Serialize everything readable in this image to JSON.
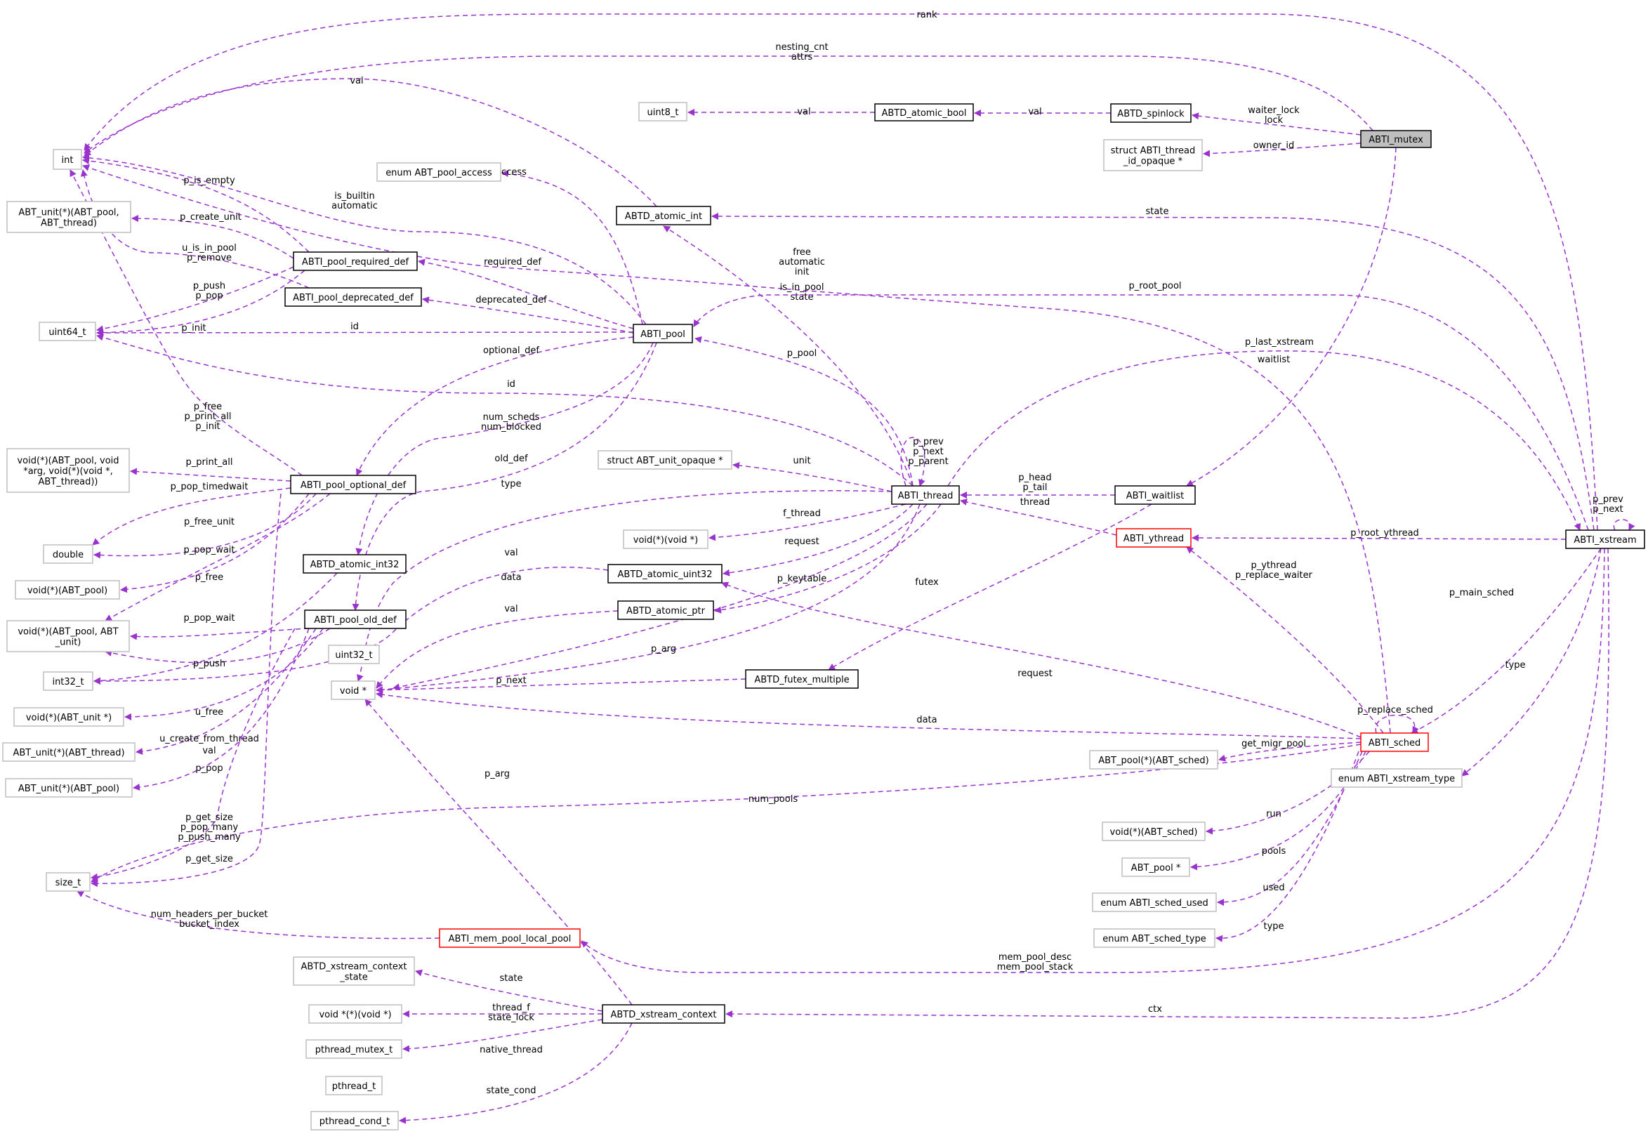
{
  "colors": {
    "edge": "#9a32cd",
    "node_plain_border": "#bfbfbf",
    "node_struct_border": "#000000",
    "node_incomplete_border": "#ff0000",
    "node_focus_fill": "#bfbfbf",
    "text": "#000000",
    "background": "#ffffff"
  },
  "nodes": [
    {
      "id": "int",
      "lines": [
        "int"
      ],
      "style": "plain"
    },
    {
      "id": "uint8_t",
      "lines": [
        "uint8_t"
      ],
      "style": "plain"
    },
    {
      "id": "enum_abt_pool_access",
      "lines": [
        "enum ABT_pool_access"
      ],
      "style": "plain"
    },
    {
      "id": "abt_unit_create",
      "lines": [
        "ABT_unit(*)(ABT_pool,",
        "ABT_thread)"
      ],
      "style": "plain"
    },
    {
      "id": "uint64_t",
      "lines": [
        "uint64_t"
      ],
      "style": "plain"
    },
    {
      "id": "void_print_all",
      "lines": [
        "void(*)(ABT_pool, void",
        "*arg, void(*)(void *,",
        "ABT_thread))"
      ],
      "style": "plain"
    },
    {
      "id": "double",
      "lines": [
        "double"
      ],
      "style": "plain"
    },
    {
      "id": "void_abt_pool",
      "lines": [
        "void(*)(ABT_pool)"
      ],
      "style": "plain"
    },
    {
      "id": "void_abt_pool_unit",
      "lines": [
        "void(*)(ABT_pool, ABT",
        "_unit)"
      ],
      "style": "plain"
    },
    {
      "id": "int32_t",
      "lines": [
        "int32_t"
      ],
      "style": "plain"
    },
    {
      "id": "void_abt_unit_ptr",
      "lines": [
        "void(*)(ABT_unit *)"
      ],
      "style": "plain"
    },
    {
      "id": "abt_unit_thread",
      "lines": [
        "ABT_unit(*)(ABT_thread)"
      ],
      "style": "plain"
    },
    {
      "id": "abt_unit_pool",
      "lines": [
        "ABT_unit(*)(ABT_pool)"
      ],
      "style": "plain"
    },
    {
      "id": "size_t",
      "lines": [
        "size_t"
      ],
      "style": "plain"
    },
    {
      "id": "abti_pool_required_def",
      "lines": [
        "ABTI_pool_required_def"
      ],
      "style": "struct"
    },
    {
      "id": "abti_pool_deprecated_def",
      "lines": [
        "ABTI_pool_deprecated_def"
      ],
      "style": "struct"
    },
    {
      "id": "abti_pool_optional_def",
      "lines": [
        "ABTI_pool_optional_def"
      ],
      "style": "struct"
    },
    {
      "id": "abtd_atomic_int32",
      "lines": [
        "ABTD_atomic_int32"
      ],
      "style": "struct"
    },
    {
      "id": "abti_pool_old_def",
      "lines": [
        "ABTI_pool_old_def"
      ],
      "style": "struct"
    },
    {
      "id": "uint32_t",
      "lines": [
        "uint32_t"
      ],
      "style": "plain"
    },
    {
      "id": "void_ptr",
      "lines": [
        "void *"
      ],
      "style": "plain"
    },
    {
      "id": "abti_mem_pool_local_pool",
      "lines": [
        "ABTI_mem_pool_local_pool"
      ],
      "style": "incomplete"
    },
    {
      "id": "abtd_xstream_context_state",
      "lines": [
        "ABTD_xstream_context",
        "_state"
      ],
      "style": "plain"
    },
    {
      "id": "void_ptr_fn",
      "lines": [
        "void *(*)(void *)"
      ],
      "style": "plain"
    },
    {
      "id": "pthread_mutex_t",
      "lines": [
        "pthread_mutex_t"
      ],
      "style": "plain"
    },
    {
      "id": "pthread_t",
      "lines": [
        "pthread_t"
      ],
      "style": "plain"
    },
    {
      "id": "pthread_cond_t",
      "lines": [
        "pthread_cond_t"
      ],
      "style": "plain"
    },
    {
      "id": "abtd_atomic_bool",
      "lines": [
        "ABTD_atomic_bool"
      ],
      "style": "struct"
    },
    {
      "id": "abtd_atomic_int",
      "lines": [
        "ABTD_atomic_int"
      ],
      "style": "struct"
    },
    {
      "id": "abti_pool",
      "lines": [
        "ABTI_pool"
      ],
      "style": "struct"
    },
    {
      "id": "struct_abt_unit_opaque",
      "lines": [
        "struct ABT_unit_opaque *"
      ],
      "style": "plain"
    },
    {
      "id": "void_void_ptr",
      "lines": [
        "void(*)(void *)"
      ],
      "style": "plain"
    },
    {
      "id": "abtd_atomic_uint32",
      "lines": [
        "ABTD_atomic_uint32"
      ],
      "style": "struct"
    },
    {
      "id": "abtd_atomic_ptr",
      "lines": [
        "ABTD_atomic_ptr"
      ],
      "style": "struct"
    },
    {
      "id": "abtd_futex_multiple",
      "lines": [
        "ABTD_futex_multiple"
      ],
      "style": "struct"
    },
    {
      "id": "abtd_xstream_context",
      "lines": [
        "ABTD_xstream_context"
      ],
      "style": "struct"
    },
    {
      "id": "abtd_spinlock",
      "lines": [
        "ABTD_spinlock"
      ],
      "style": "struct"
    },
    {
      "id": "struct_abti_thread_id_opaque",
      "lines": [
        "struct ABTI_thread",
        "_id_opaque *"
      ],
      "style": "plain"
    },
    {
      "id": "abti_thread",
      "lines": [
        "ABTI_thread"
      ],
      "style": "struct"
    },
    {
      "id": "abti_waitlist",
      "lines": [
        "ABTI_waitlist"
      ],
      "style": "struct"
    },
    {
      "id": "abti_ythread",
      "lines": [
        "ABTI_ythread"
      ],
      "style": "incomplete"
    },
    {
      "id": "abt_pool_get_migr",
      "lines": [
        "ABT_pool(*)(ABT_sched)"
      ],
      "style": "plain"
    },
    {
      "id": "void_abt_sched",
      "lines": [
        "void(*)(ABT_sched)"
      ],
      "style": "plain"
    },
    {
      "id": "abt_pool_ptr",
      "lines": [
        "ABT_pool *"
      ],
      "style": "plain"
    },
    {
      "id": "enum_abti_sched_used",
      "lines": [
        "enum ABTI_sched_used"
      ],
      "style": "plain"
    },
    {
      "id": "enum_abt_sched_type",
      "lines": [
        "enum ABT_sched_type"
      ],
      "style": "plain"
    },
    {
      "id": "abti_mutex",
      "lines": [
        "ABTI_mutex"
      ],
      "style": "focus"
    },
    {
      "id": "abti_sched",
      "lines": [
        "ABTI_sched"
      ],
      "style": "incomplete"
    },
    {
      "id": "enum_abti_xstream_type",
      "lines": [
        "enum ABTI_xstream_type"
      ],
      "style": "plain"
    },
    {
      "id": "abti_xstream",
      "lines": [
        "ABTI_xstream"
      ],
      "style": "struct"
    }
  ],
  "edges": [
    {
      "lines": [
        "rank"
      ]
    },
    {
      "lines": [
        "nesting_cnt",
        "attrs"
      ]
    },
    {
      "lines": [
        "val"
      ]
    },
    {
      "lines": [
        "val"
      ]
    },
    {
      "lines": [
        "val"
      ]
    },
    {
      "lines": [
        "waiter_lock",
        "lock"
      ]
    },
    {
      "lines": [
        "owner_id"
      ]
    },
    {
      "lines": [
        "access"
      ]
    },
    {
      "lines": [
        "p_is_empty"
      ]
    },
    {
      "lines": [
        "is_builtin",
        "automatic"
      ]
    },
    {
      "lines": [
        "p_create_unit"
      ]
    },
    {
      "lines": [
        "state"
      ]
    },
    {
      "lines": [
        "u_is_in_pool",
        "p_remove"
      ]
    },
    {
      "lines": [
        "required_def"
      ]
    },
    {
      "lines": [
        "free",
        "automatic",
        "init"
      ]
    },
    {
      "lines": [
        "p_push",
        "p_pop"
      ]
    },
    {
      "lines": [
        "deprecated_def"
      ]
    },
    {
      "lines": [
        "is_in_pool",
        "state"
      ]
    },
    {
      "lines": [
        "p_root_pool"
      ]
    },
    {
      "lines": [
        "p_init"
      ]
    },
    {
      "lines": [
        "id"
      ]
    },
    {
      "lines": [
        "optional_def"
      ]
    },
    {
      "lines": [
        "p_last_xstream"
      ]
    },
    {
      "lines": [
        "p_pool"
      ]
    },
    {
      "lines": [
        "waitlist"
      ]
    },
    {
      "lines": [
        "id"
      ]
    },
    {
      "lines": [
        "p_free",
        "p_print_all",
        "p_init"
      ]
    },
    {
      "lines": [
        "num_scheds",
        "num_blocked"
      ]
    },
    {
      "lines": [
        "p_prev",
        "p_next",
        "p_parent"
      ]
    },
    {
      "lines": [
        "p_print_all"
      ]
    },
    {
      "lines": [
        "old_def"
      ]
    },
    {
      "lines": [
        "unit"
      ]
    },
    {
      "lines": [
        "p_head",
        "p_tail"
      ]
    },
    {
      "lines": [
        "p_pop_timedwait"
      ]
    },
    {
      "lines": [
        "type"
      ]
    },
    {
      "lines": [
        "thread"
      ]
    },
    {
      "lines": [
        "p_prev",
        "p_next"
      ]
    },
    {
      "lines": [
        "p_free_unit"
      ]
    },
    {
      "lines": [
        "f_thread"
      ]
    },
    {
      "lines": [
        "p_root_ythread"
      ]
    },
    {
      "lines": [
        "p_pop_wait"
      ]
    },
    {
      "lines": [
        "request"
      ]
    },
    {
      "lines": [
        "val"
      ]
    },
    {
      "lines": [
        "p_ythread",
        "p_replace_waiter"
      ]
    },
    {
      "lines": [
        "p_free"
      ]
    },
    {
      "lines": [
        "data"
      ]
    },
    {
      "lines": [
        "futex"
      ]
    },
    {
      "lines": [
        "p_keytable"
      ]
    },
    {
      "lines": [
        "p_main_sched"
      ]
    },
    {
      "lines": [
        "val"
      ]
    },
    {
      "lines": [
        "p_pop_wait"
      ]
    },
    {
      "lines": [
        "p_push"
      ]
    },
    {
      "lines": [
        "p_arg"
      ]
    },
    {
      "lines": [
        "type"
      ]
    },
    {
      "lines": [
        "request"
      ]
    },
    {
      "lines": [
        "val"
      ]
    },
    {
      "lines": [
        "p_next"
      ]
    },
    {
      "lines": [
        "p_replace_sched"
      ]
    },
    {
      "lines": [
        "u_free"
      ]
    },
    {
      "lines": [
        "data"
      ]
    },
    {
      "lines": [
        "u_create_from_thread"
      ]
    },
    {
      "lines": [
        "get_migr_pool"
      ]
    },
    {
      "lines": [
        "p_pop"
      ]
    },
    {
      "lines": [
        "p_arg"
      ]
    },
    {
      "lines": [
        "num_pools"
      ]
    },
    {
      "lines": [
        "p_get_size",
        "p_pop_many",
        "p_push_many"
      ]
    },
    {
      "lines": [
        "run"
      ]
    },
    {
      "lines": [
        "pools"
      ]
    },
    {
      "lines": [
        "p_get_size"
      ]
    },
    {
      "lines": [
        "used"
      ]
    },
    {
      "lines": [
        "num_headers_per_bucket",
        "bucket_index"
      ]
    },
    {
      "lines": [
        "type"
      ]
    },
    {
      "lines": [
        "mem_pool_desc",
        "mem_pool_stack"
      ]
    },
    {
      "lines": [
        "state"
      ]
    },
    {
      "lines": [
        "thread_f",
        "state_lock"
      ]
    },
    {
      "lines": [
        "ctx"
      ]
    },
    {
      "lines": [
        "native_thread"
      ]
    },
    {
      "lines": [
        "state_cond"
      ]
    }
  ]
}
